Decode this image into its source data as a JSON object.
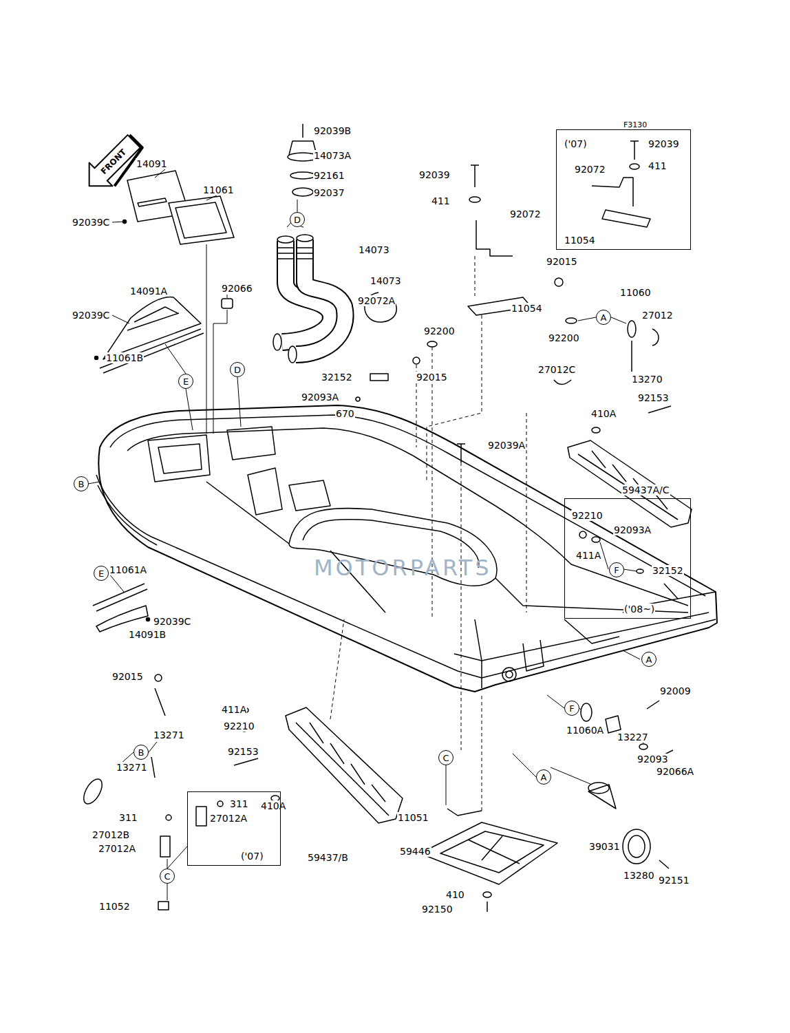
{
  "diagram": {
    "nodes": [
      {
        "text": [
          "('07)",
          "92039",
          "92072",
          "411",
          "11054"
        ]
      },
      {
        "text": [
          "D"
        ]
      },
      {
        "text": [
          "A"
        ]
      },
      {
        "text": [
          "D"
        ]
      },
      {
        "text": [
          "E"
        ]
      },
      {
        "text": [
          "B"
        ]
      },
      {
        "text": [
          "92210",
          "92093A",
          "411A",
          "32152",
          "('08~)"
        ]
      },
      {
        "text": [
          "F"
        ],
        "in": 6
      },
      {
        "text": [
          "E"
        ]
      },
      {
        "text": [
          "A"
        ]
      },
      {
        "text": [
          "F"
        ]
      },
      {
        "text": [
          "B"
        ]
      },
      {
        "text": [
          "C"
        ]
      },
      {
        "text": [
          "A"
        ]
      },
      {
        "text": [
          "311",
          "27012A",
          "('07)"
        ]
      },
      {
        "text": [
          "C"
        ]
      }
    ],
    "labels": [
      "F3130",
      "FRONT",
      "14091",
      "11061",
      "92039C",
      "14091A",
      "92039C",
      "11061B",
      "92066",
      "92039B",
      "14073A",
      "92161",
      "92037",
      "14073",
      "14073",
      "92039",
      "411",
      "92072",
      "92072A",
      "11054",
      "92015",
      "92200",
      "92200",
      "11060",
      "27012",
      "32152",
      "92015",
      "13270",
      "27012C",
      "92153",
      "92093A",
      "670",
      "410A",
      "92039A",
      "59437A/C",
      "MOTORPARTS",
      "11061A",
      "92039C",
      "14091B",
      "92015",
      "92009",
      "411A",
      "92210",
      "11060A",
      "13271",
      "13227",
      "92153",
      "92093",
      "13271",
      "92066A",
      "410A",
      "311",
      "11051",
      "27012B",
      "39031",
      "27012A",
      "59446",
      "59437/B",
      "13280",
      "92151",
      "410",
      "11052",
      "92150"
    ]
  }
}
